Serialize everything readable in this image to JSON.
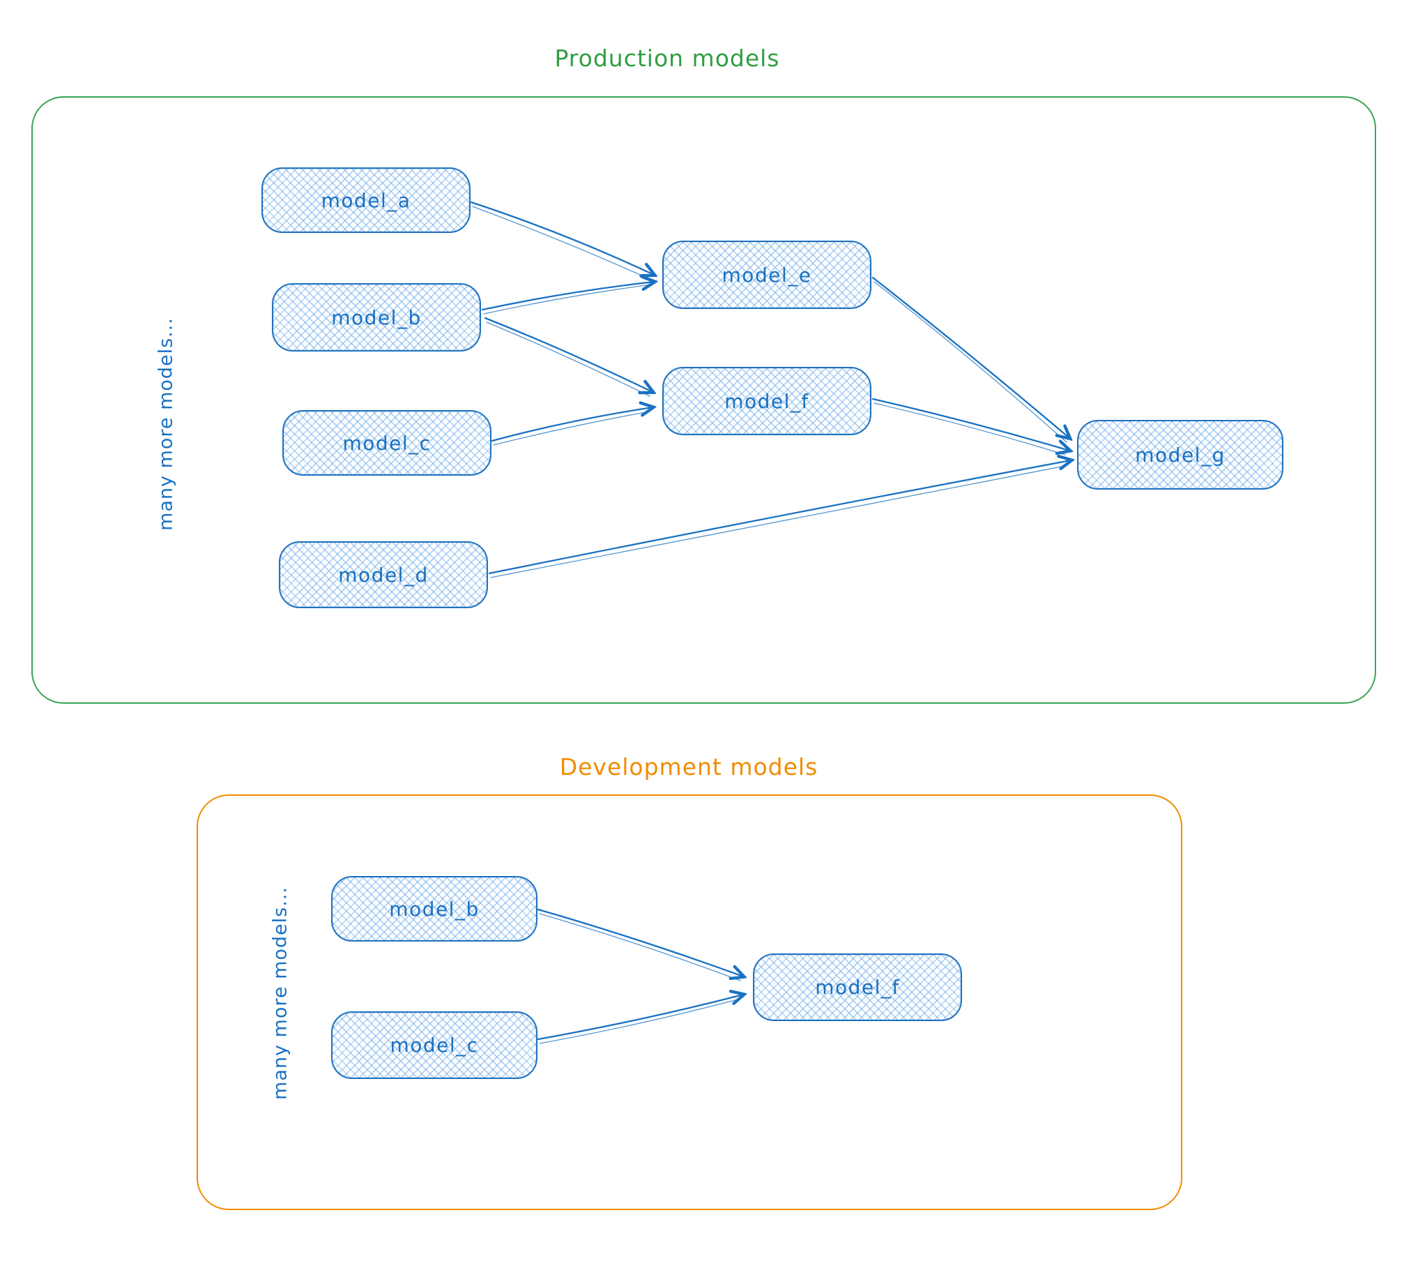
{
  "colors": {
    "node_stroke_blue": "#1971c2",
    "node_fill_hatch_blue": "#a5d8ff",
    "production_green": "#2f9e44",
    "development_orange": "#f08c00"
  },
  "production": {
    "title": "Production models",
    "side_label": "many more models...",
    "nodes": {
      "model_a": {
        "label": "model_a"
      },
      "model_b": {
        "label": "model_b"
      },
      "model_c": {
        "label": "model_c"
      },
      "model_d": {
        "label": "model_d"
      },
      "model_e": {
        "label": "model_e"
      },
      "model_f": {
        "label": "model_f"
      },
      "model_g": {
        "label": "model_g"
      }
    },
    "edges": [
      {
        "from": "model_a",
        "to": "model_e"
      },
      {
        "from": "model_b",
        "to": "model_e"
      },
      {
        "from": "model_b",
        "to": "model_f"
      },
      {
        "from": "model_c",
        "to": "model_f"
      },
      {
        "from": "model_e",
        "to": "model_g"
      },
      {
        "from": "model_f",
        "to": "model_g"
      },
      {
        "from": "model_d",
        "to": "model_g"
      }
    ]
  },
  "development": {
    "title": "Development models",
    "side_label": "many more models...",
    "nodes": {
      "model_b": {
        "label": "model_b"
      },
      "model_c": {
        "label": "model_c"
      },
      "model_f": {
        "label": "model_f"
      }
    },
    "edges": [
      {
        "from": "model_b",
        "to": "model_f"
      },
      {
        "from": "model_c",
        "to": "model_f"
      }
    ]
  }
}
